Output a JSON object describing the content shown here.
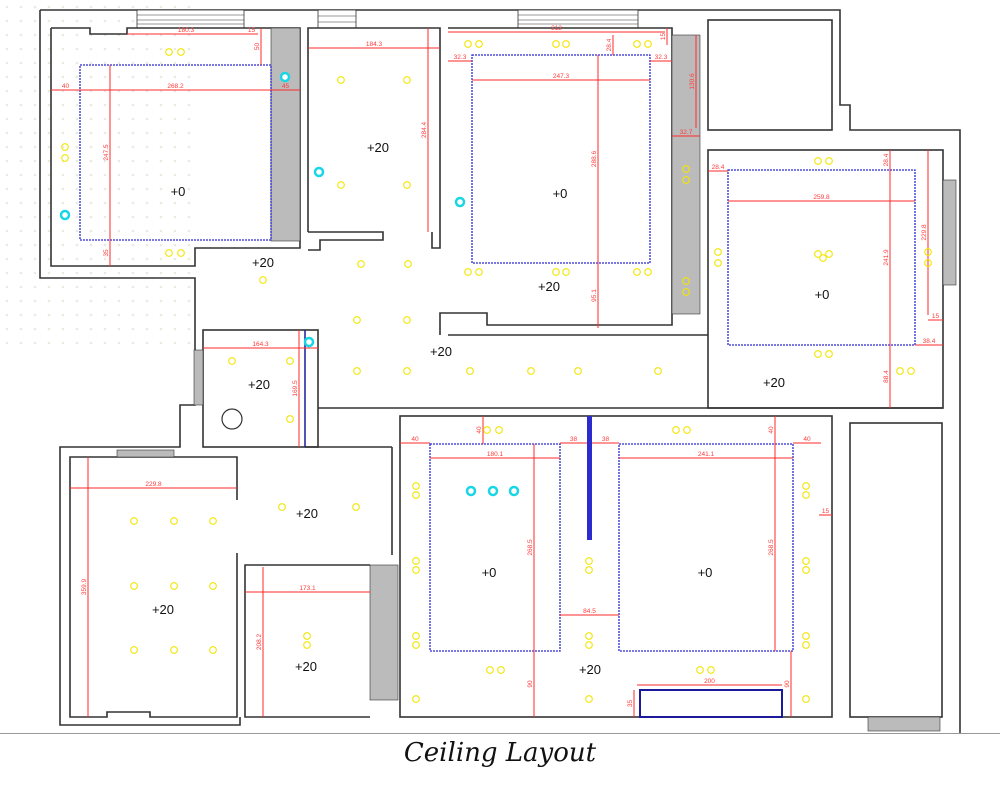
{
  "caption": "Ceiling Layout",
  "levels": {
    "bedroom_top_left_center": "+0",
    "room_top_second": "+20",
    "bedroom_top_center": "+0",
    "bedroom_top_center_border": "+20",
    "bedroom_right_center": "+0",
    "corridor_right": "+20",
    "corridor_top_left": "+20",
    "corridor_center": "+20",
    "bathroom": "+20",
    "room_bottom_left": "+20",
    "hallway": "+20",
    "room_bottom_small": "+20",
    "master_left_center": "+0",
    "master_right_center": "+0",
    "master_border": "+20"
  },
  "dimensions": [
    "180.3",
    "15",
    "50",
    "40",
    "268.2",
    "45",
    "247.5",
    "35",
    "184.3",
    "284.4",
    "312",
    "28.4",
    "15",
    "32.3",
    "32.3",
    "247.3",
    "288.6",
    "95.1",
    "130.6",
    "32.7",
    "28.4",
    "28.4",
    "259.8",
    "241.9",
    "229.8",
    "15",
    "38.4",
    "88.4",
    "164.3",
    "169.5",
    "229.8",
    "359.9",
    "173.1",
    "208.2",
    "40",
    "40",
    "180.1",
    "38",
    "38",
    "241.1",
    "40",
    "40",
    "268.5",
    "268.5",
    "84.5",
    "90",
    "200",
    "90",
    "35",
    "15"
  ],
  "colors": {
    "wall": "#333333",
    "dimension": "#ff2a2a",
    "ceiling_edge": "#2b2bd0",
    "lamp": "#f2e600",
    "spotlight": "#19d6e6"
  }
}
